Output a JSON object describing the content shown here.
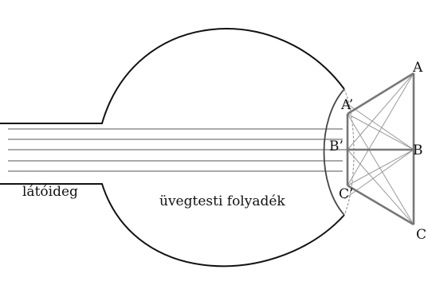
{
  "labels": {
    "optic_nerve": "látóideg",
    "vitreous_humor": "üvegtesti folyadék"
  },
  "object_points": {
    "A": "A",
    "B": "B",
    "C": "C"
  },
  "image_points": {
    "A": "A’",
    "B": "B’",
    "C": "C’"
  },
  "colors": {
    "outline": "#111111",
    "rays": "#777777",
    "thin_rays": "#999999",
    "lens": "#444444"
  }
}
